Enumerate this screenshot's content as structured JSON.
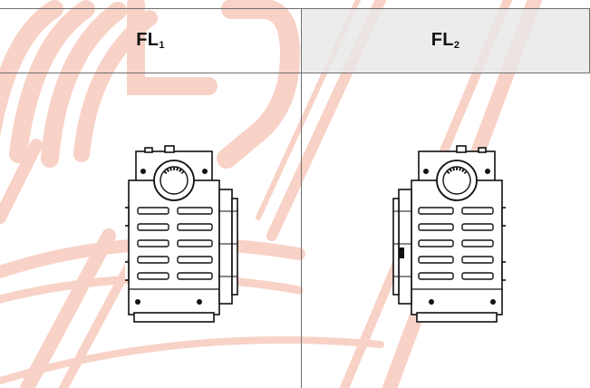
{
  "table": {
    "columns": [
      {
        "name": "FL",
        "subscript": "1"
      },
      {
        "name": "FL",
        "subscript": "2"
      }
    ]
  },
  "watermark": {
    "color": "#f4b7a3"
  }
}
